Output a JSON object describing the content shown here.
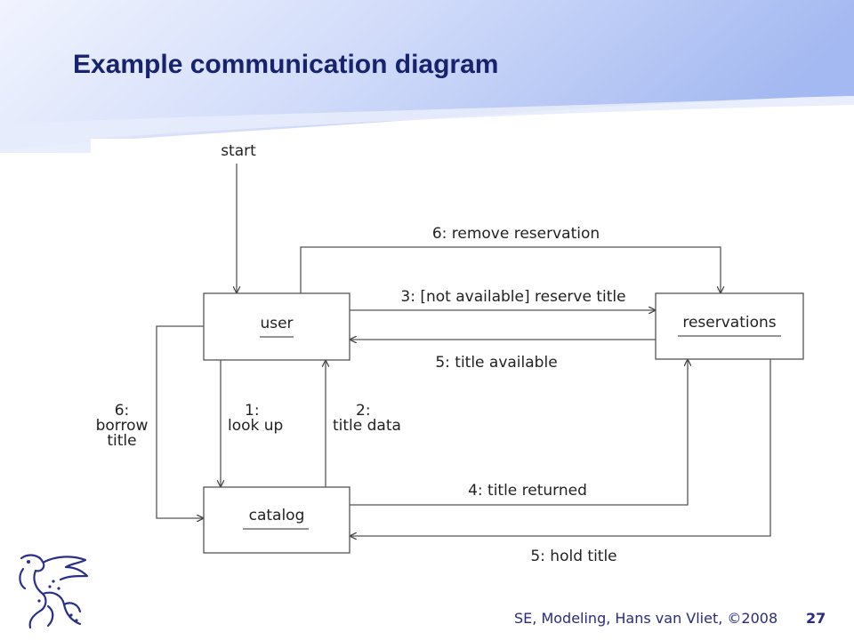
{
  "slide": {
    "title": "Example communication diagram",
    "footer": "SE, Modeling, Hans van Vliet, ©2008",
    "page_number": "27"
  },
  "diagram": {
    "objects": {
      "user": "user",
      "catalog": "catalog",
      "reservations": "reservations"
    },
    "start_label": "start",
    "messages": {
      "remove_reservation": "6: remove reservation",
      "reserve_title": "3: [not available] reserve title",
      "title_available": "5: title available",
      "look_up": [
        "1:",
        "look up"
      ],
      "title_data": [
        "2:",
        "title data"
      ],
      "borrow_title": [
        "6:",
        "borrow",
        "title"
      ],
      "title_returned": "4: title returned",
      "hold_title": "5: hold title"
    }
  },
  "colors": {
    "title": "#17236e",
    "banner_light": "#eef2fd",
    "banner_dark": "#9fb6f0",
    "lines": "#555555"
  },
  "logo_icon": "griffin-logo-icon"
}
